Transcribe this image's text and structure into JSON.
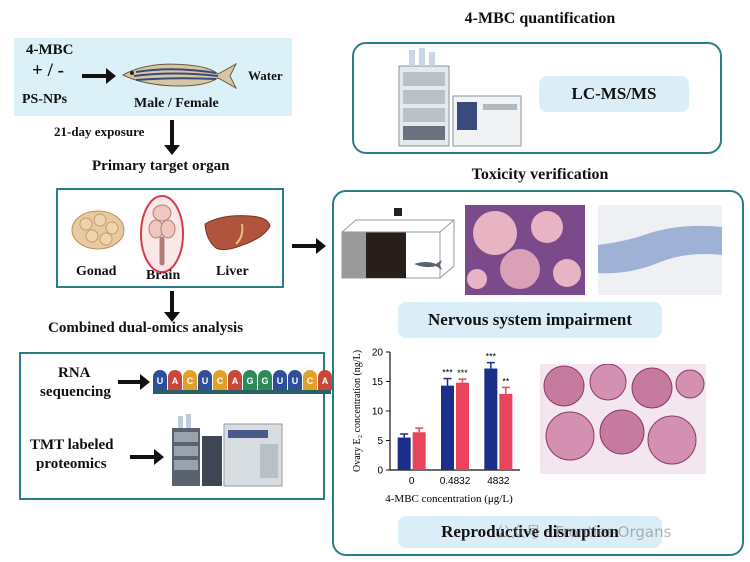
{
  "exposure": {
    "compound": "4-MBC",
    "plus_minus": "+ / -",
    "particles": "PS-NPs",
    "fish": "Male / Female",
    "medium": "Water"
  },
  "flow": {
    "exposure_duration": "21-day exposure",
    "primary_target": "Primary target organ",
    "combined": "Combined dual-omics analysis"
  },
  "organs": {
    "gonad": "Gonad",
    "brain": "Brain",
    "liver": "Liver"
  },
  "omics": {
    "rna_line1": "RNA",
    "rna_line2": "sequencing",
    "rna_letters": [
      "U",
      "A",
      "C",
      "U",
      "C",
      "A",
      "G",
      "G",
      "U",
      "U",
      "C",
      "A"
    ],
    "tmt_line1": "TMT labeled",
    "tmt_line2": "proteomics"
  },
  "quant": {
    "title": "4-MBC quantification",
    "method": "LC-MS/MS"
  },
  "toxicity": {
    "title": "Toxicity verification",
    "nervous": "Nervous system impairment",
    "reproductive": "Reproductive disruption"
  },
  "watermark": "公众号 · Frontier-Organs",
  "colors": {
    "teal_border": "#2a7f86",
    "pill_bg": "#dbeef7",
    "bar_blue": "#1a2f8a",
    "bar_red": "#e8455c"
  },
  "chart_data": {
    "type": "bar",
    "categories": [
      "0",
      "0.4832",
      "4832"
    ],
    "series": [
      {
        "values": [
          5.5,
          14.3,
          17.2
        ]
      },
      {
        "values": [
          6.4,
          14.8,
          12.9
        ]
      }
    ],
    "significance": [
      [
        "",
        ""
      ],
      [
        "***",
        "***"
      ],
      [
        "***",
        "**"
      ]
    ],
    "errors": [
      [
        0.6,
        1.2,
        1.0
      ],
      [
        0.7,
        0.6,
        1.1
      ]
    ],
    "ylim": [
      0,
      20
    ],
    "yticks": [
      0,
      5,
      10,
      15,
      20
    ],
    "xlabel": "4-MBC concentration (μg/L)",
    "ylabel": "Ovary E₂ concentration (ng/L)"
  }
}
